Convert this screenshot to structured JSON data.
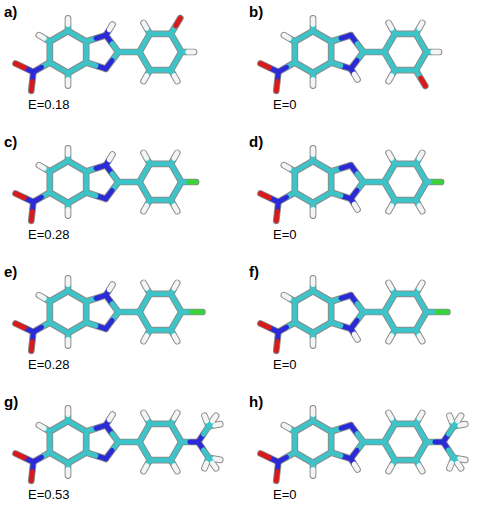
{
  "diagram": {
    "labels": [
      "a)",
      "E=0.18",
      "b)",
      "E=0",
      "c)",
      "E=0.28",
      "d)",
      "E=0",
      "e)",
      "E=0.28",
      "f)",
      "E=0",
      "g)",
      "E=0.53",
      "h)",
      "E=0"
    ]
  }
}
